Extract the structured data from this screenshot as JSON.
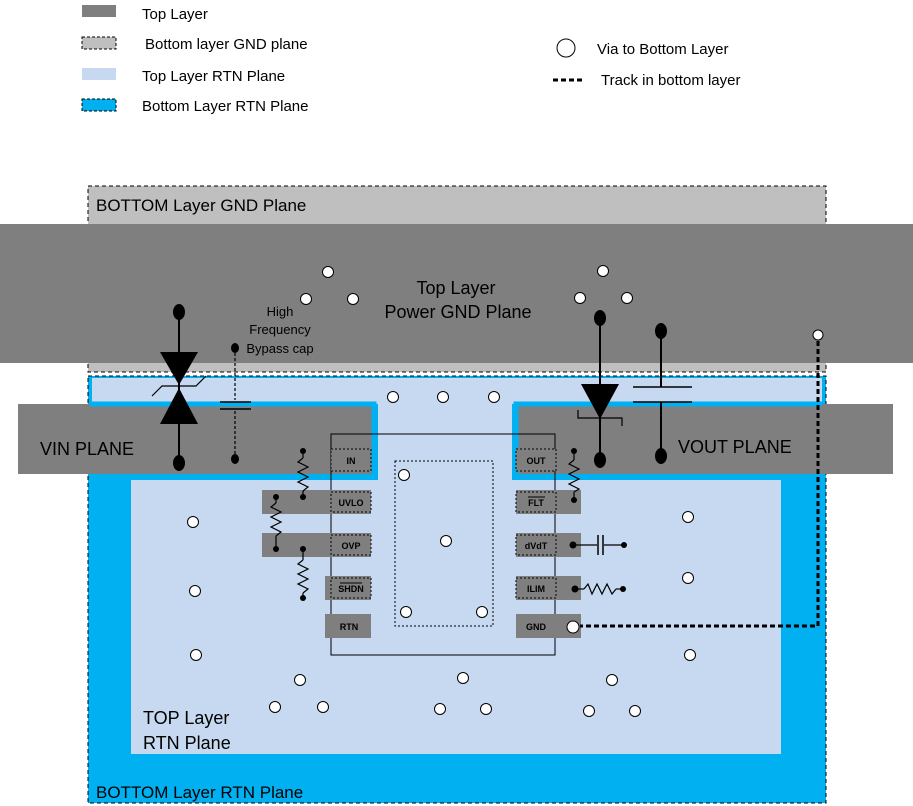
{
  "legend": {
    "top_layer": "Top Layer",
    "bottom_gnd_plane": "Bottom layer GND plane",
    "top_rtn_plane": "Top Layer RTN Plane",
    "bottom_rtn_plane": "Bottom Layer RTN Plane",
    "via": "Via to Bottom Layer",
    "bottom_track": "Track in bottom layer"
  },
  "labels": {
    "bottom_gnd_plane": "BOTTOM Layer GND Plane",
    "top_power_gnd_line1": "Top Layer",
    "top_power_gnd_line2": "Power GND Plane",
    "bypass_line1": "High",
    "bypass_line2": "Frequency",
    "bypass_line3": "Bypass cap",
    "vin_plane": "VIN PLANE",
    "vout_plane": "VOUT PLANE",
    "top_rtn_line1": "TOP Layer",
    "top_rtn_line2": "RTN Plane",
    "bottom_rtn_plane": "BOTTOM Layer RTN Plane"
  },
  "pins": {
    "in": "IN",
    "uvlo": "UVLO",
    "ovp": "OVP",
    "shdn": "SHDN",
    "rtn": "RTN",
    "out": "OUT",
    "flt": "FLT",
    "dvdt": "dVdT",
    "ilim": "ILIM",
    "gnd": "GND"
  },
  "colors": {
    "top_layer": "#7f7f7f",
    "bottom_gnd": "#bfbfbf",
    "top_rtn": "#c6d9f0",
    "bottom_rtn": "#00b0f0"
  }
}
